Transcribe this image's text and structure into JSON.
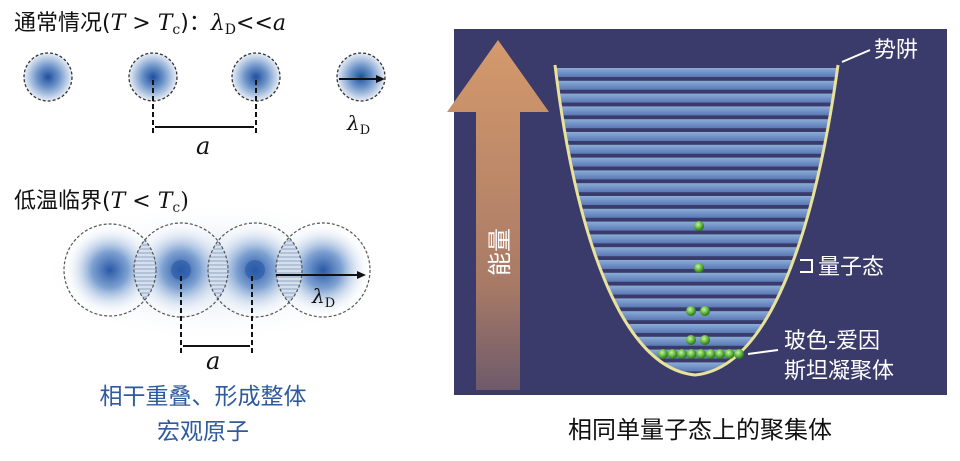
{
  "left": {
    "normal": {
      "title_prefix": "通常情况(",
      "T": "T",
      "gt": " > ",
      "Tc": "T",
      "c_sub": "c",
      "title_mid": ")：",
      "lambda": "λ",
      "D_sub": "D",
      "relation": "<<",
      "a": "a",
      "spacing_label": "a",
      "lambda_label": "λ",
      "lambda_label_sub": "D"
    },
    "critical": {
      "title_prefix": "低温临界(",
      "T": "T",
      "lt": " < ",
      "Tc": "T",
      "c_sub": "c",
      "title_suffix": ")",
      "spacing_label": "a",
      "lambda_label": "λ",
      "lambda_label_sub": "D"
    },
    "caption_line1": "相干重叠、形成整体",
    "caption_line2": "宏观原子"
  },
  "right": {
    "energy_label": "能量",
    "well_label": "势阱",
    "quantum_state_label": "量子态",
    "bec_label_line1": "玻色-爱因",
    "bec_label_line2": "斯坦凝聚体",
    "caption": "相同单量子态上的聚集体"
  },
  "colors": {
    "atom_blue": "#2f5faa",
    "caption_blue": "#2f5a9e",
    "panel_bg": "#3a3b6b",
    "arrow_orange": "#c98b5e",
    "well_line": "#e8e29a",
    "level_blue": "#8fb0d8",
    "bec_green": "#6dc24a"
  }
}
